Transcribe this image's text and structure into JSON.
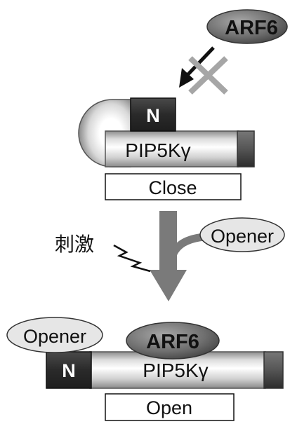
{
  "top": {
    "arf6_label": "ARF6",
    "n_label": "N",
    "protein_label": "PIP5Kγ",
    "state_label": "Close"
  },
  "stimulus": {
    "label": "刺激",
    "opener_label": "Opener"
  },
  "bottom": {
    "opener_label": "Opener",
    "arf6_label": "ARF6",
    "n_label": "N",
    "protein_label": "PIP5Kγ",
    "state_label": "Open"
  },
  "colors": {
    "arf6_fill": "#6e6e6e",
    "opener_fill": "#e6e6e6",
    "n_domain": "#2f2f2f",
    "tube_body": "#cfcfcf",
    "tube_end": "#555555",
    "arrow": "#7a7a7a",
    "blocked_x": "#a6a6a6"
  }
}
